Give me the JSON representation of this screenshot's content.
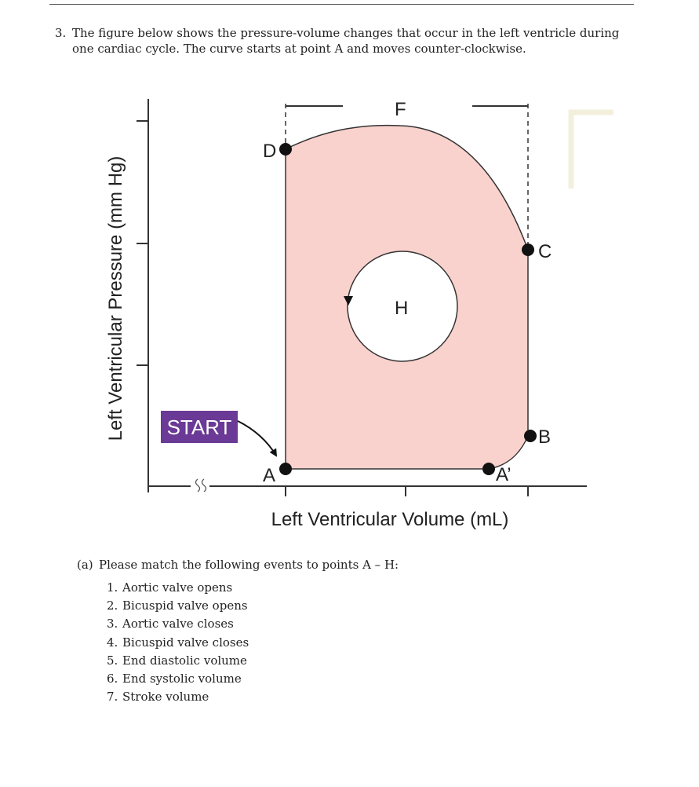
{
  "question": {
    "number": "3.",
    "text": "The figure below shows the pressure-volume changes that occur in the left ventricle during one cardiac cycle. The curve starts at point A and moves counter-clockwise."
  },
  "figure": {
    "ylabel": "Left Ventricular Pressure (mm Hg)",
    "xlabel": "Left Ventricular Volume (mL)",
    "start_label": "START",
    "points": {
      "A": "A",
      "A_prime": "A’",
      "B": "B",
      "C": "C",
      "D": "D",
      "F": "F",
      "H": "H"
    },
    "fill_color": "#f9d2cd",
    "start_color": "#6a3a96"
  },
  "part_a": {
    "label": "(a)",
    "prompt": "Please match the following events to points A – H:",
    "events": [
      {
        "num": "1.",
        "text": "Aortic valve opens"
      },
      {
        "num": "2.",
        "text": "Bicuspid valve opens"
      },
      {
        "num": "3.",
        "text": "Aortic valve closes"
      },
      {
        "num": "4.",
        "text": "Bicuspid valve closes"
      },
      {
        "num": "5.",
        "text": "End diastolic volume"
      },
      {
        "num": "6.",
        "text": "End systolic volume"
      },
      {
        "num": "7.",
        "text": "Stroke volume"
      }
    ]
  }
}
